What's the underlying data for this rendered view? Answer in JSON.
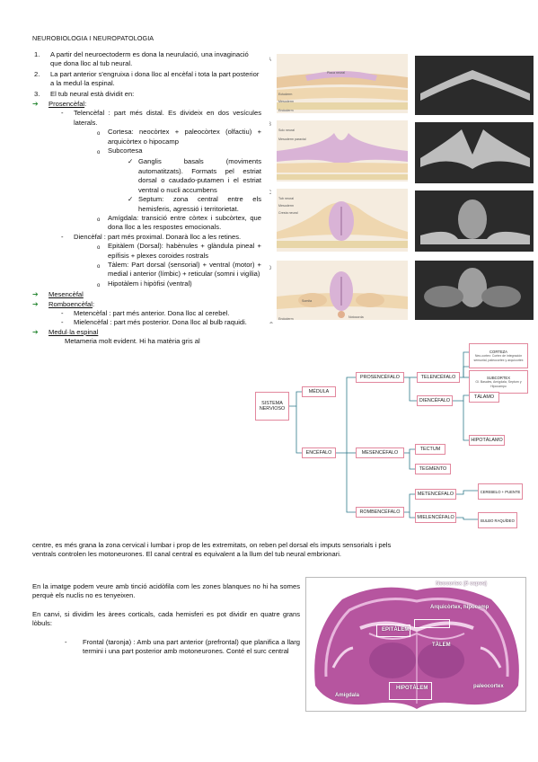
{
  "header": "NEUROBIOLOGIA I NEUROPATOLOGIA",
  "list": [
    {
      "n": "1.",
      "text": "A partir del neuroectoderm es dona la neurulació, una invaginació que dona lloc al tub neural."
    },
    {
      "n": "2.",
      "text": "La part anterior s'engruixa i dona lloc al encèfal i tota la part posterior a la medul·la espinal."
    },
    {
      "n": "3.",
      "text": "El tub neural està dividit en:"
    }
  ],
  "prosencefal": {
    "title": "Prosencèfal",
    "telencefal": "Telencèfal : part més distal. Es divideix en dos vesícules laterals.",
    "cortesa": "Cortesa: neocòrtex + paleocòrtex (olfactiu) + arquicòrtex o hipocamp",
    "subcortesa": "Subcortesa",
    "ganglis": "Ganglis basals (moviments automatitzats). Formats pel estriat dorsal o caudado-putamen i el estriat ventral o nucli accumbens",
    "septum": "Septum: zona central entre els hemisferis, agressió i territorietat.",
    "amigdala": "Amígdala: transició entre còrtex i subcòrtex, que dona lloc a les respostes emocionals.",
    "diencefal": "Diencèfal : part més proximal. Donarà lloc a les retines.",
    "epitalem": "Epitàlem (Dorsal): habènules + glàndula pineal + epífisis + plexes coroides rostrals",
    "talem": "Tàlem: Part dorsal (sensorial) + ventral (motor) + medial i anterior (límbic) + reticular (somni i vigília)",
    "hipotalem": "Hipotàlem i hipòfisi (ventral)"
  },
  "mesencefal": "Mesencèfal",
  "romboencefal": {
    "title": "Romboencèfal",
    "metencefal": "Metencèfal : part més anterior. Dona lloc al cerebel.",
    "mielencefal": "Mielencèfal : part més posterior. Dona lloc al bulb raquidi."
  },
  "medulla": {
    "title": "Medul·la espinal",
    "line1": "Metameria molt evident. Hi ha matèria gris al",
    "line2": "centre, es més grana la zona cervical i lumbar i prop de les extremitats, on reben pel dorsal els imputs sensorials i pels",
    "line3": "ventrals controlen les motoneurones. El canal central es equivalent a la llum del tub neural embrionari."
  },
  "lower": {
    "p1": "En la imatge podem veure amb tinció acidòfila com les zones blanques no hi ha somes perquè els nuclis no es tenyeixen.",
    "p2": "En canvi, si dividim les àrees corticals, cada hemisferi es pot dividir en quatre grans lòbuls:",
    "frontal": "Frontal (taronja) : Amb una part anterior (prefrontal) que planifica a llarg termini i una part posterior amb motoneurones. Conté el surc central"
  },
  "figures": {
    "letters": [
      "A",
      "B",
      "C",
      "D"
    ],
    "labels_a": [
      "Placa neural",
      "Ectoderm",
      "Mesoderm",
      "Endoderm"
    ],
    "labels_b": [
      "Solc neural",
      "Mesoderm paraxial"
    ],
    "labels_c": [
      "Tub neural",
      "Mesoderm",
      "Cresta neural"
    ],
    "labels_d": [
      "Somita",
      "Notocorda",
      "Endoderm"
    ],
    "nce": "nce"
  },
  "diagram": {
    "sistema": "SISTEMA NERVIOSO",
    "medula": "MÉDULA",
    "encefalo": "ENCÉFALO",
    "prosencefalo": "PROSENCÉFALO",
    "mesencefalo": "MESENCÉFALO",
    "rombencefalo": "ROMBENCÉFALO",
    "telencefalo": "TELENCÉFALO",
    "diencefalo": "DIENCÉFALO",
    "corteza": "CORTEZA",
    "corteza_sub": "Neo-cortex: Cortex de integración sensorial, paleocortex y arquicortex",
    "subcortex": "SUBCORTEX",
    "subcortex_sub": "Gl. Basales, Amígdala, Septum y Hipocampo",
    "talamo": "TÁLAMO",
    "hipotalamo": "HIPOTÁLAMO",
    "tectum": "TECTUM",
    "tegmento": "TEGMENTO",
    "metencefalo": "METENCÉFALO",
    "mielencefalo": "MIELENCÉFALO",
    "cerebelo": "CEREBELO + PUENTE",
    "bulbo": "BULBO RAQUÍDEO"
  },
  "brain": {
    "neocortex": "Neocortex (6 capes)",
    "arqui": "Arquicòrtex, hipocamp",
    "epitalem": "EPITÀLEM",
    "talem": "TÀLEM",
    "hipotalem": "HIPOTÀLEM",
    "amigdala": "Amígdala",
    "paleocortex": "paleocortex"
  },
  "colors": {
    "arrow": "#2e8b3a",
    "box_border": "#e2879d",
    "histology": "#b6559f"
  }
}
